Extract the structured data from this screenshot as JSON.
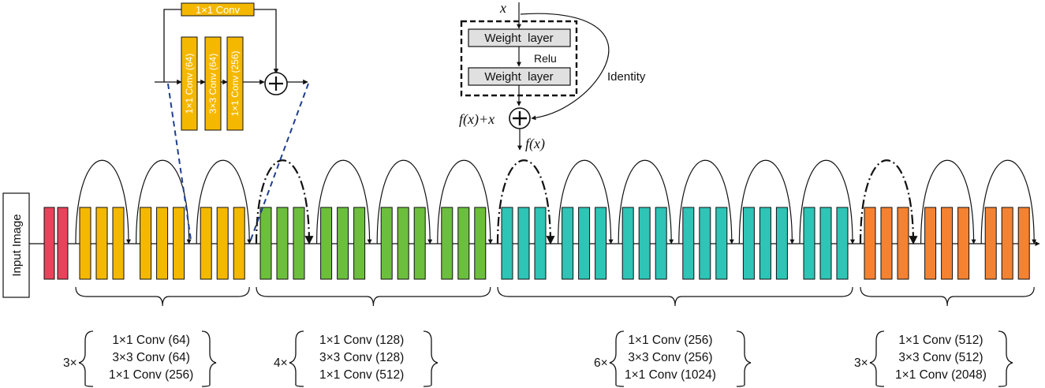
{
  "input_label": "Input Image",
  "residual_block": {
    "input_symbol": "x",
    "weight_layer_1": "Weight  layer",
    "activation": "Relu",
    "weight_layer_2": "Weight  layer",
    "identity_label": "Identity",
    "sum_label": "f(x)+x",
    "output_label": "f(x)"
  },
  "bottleneck_detail": {
    "shortcut_conv": "1×1 Conv",
    "layers": [
      "1×1 Conv (64)",
      "3×3 Conv (64)",
      "1×1 Conv (256)"
    ]
  },
  "stages": [
    {
      "multiplier": "3×",
      "layers": [
        "1×1 Conv (64)",
        "3×3 Conv (64)",
        "1×1 Conv (256)"
      ],
      "blocks": 3,
      "color": "#f5b800"
    },
    {
      "multiplier": "4×",
      "layers": [
        "1×1 Conv (128)",
        "3×3 Conv (128)",
        "1×1 Conv (512)"
      ],
      "blocks": 4,
      "color": "#6cbf3c"
    },
    {
      "multiplier": "6×",
      "layers": [
        "1×1 Conv (256)",
        "3×3 Conv (256)",
        "1×1 Conv (1024)"
      ],
      "blocks": 6,
      "color": "#2ec4b6"
    },
    {
      "multiplier": "3×",
      "layers": [
        "1×1 Conv (512)",
        "3×3 Conv (512)",
        "1×1 Conv (2048)"
      ],
      "blocks": 3,
      "color": "#f58231"
    }
  ],
  "stem_color": "#e8435a",
  "colors": {
    "line": "#111111",
    "dashed_zoom": "#1f3f8f",
    "weight_layer_fill": "#e0e0e0"
  }
}
